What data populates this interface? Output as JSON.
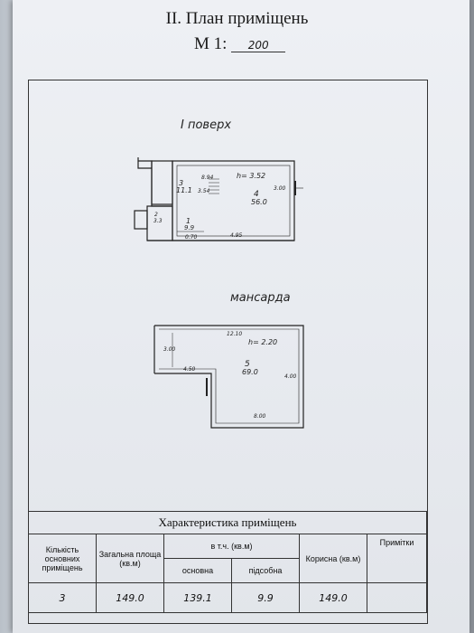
{
  "page": {
    "title": "II. План приміщень",
    "scale_prefix": "М 1:",
    "scale_value": "200"
  },
  "floors": [
    {
      "name": "I поверх"
    },
    {
      "name": "мансарда"
    }
  ],
  "rooms": [
    {
      "no": "3",
      "area": "11.1"
    },
    {
      "no": "4",
      "area": "56.0"
    },
    {
      "no": "1",
      "area": "9.9"
    },
    {
      "no": "2",
      "area": "3.3"
    },
    {
      "no": "5",
      "area": "69.0"
    }
  ],
  "dims": {
    "height_1": "h= 3.52",
    "height_2": "h= 2.20",
    "d1": "8.94",
    "d2": "3.54",
    "d3": "3.00",
    "d4": "4.95",
    "d5": "0.70",
    "d6": "12.10",
    "d7": "3.00",
    "d8": "4.00",
    "d9": "4.50",
    "d10": "8.00"
  },
  "table": {
    "caption": "Характеристика приміщень",
    "headers": {
      "count": "Кількість основних приміщень",
      "total": "Загальна площа (кв.м)",
      "incl": "в т.ч. (кв.м)",
      "main": "основна",
      "aux": "підсобна",
      "useful": "Корисна (кв.м)",
      "notes": "Примітки"
    },
    "row": {
      "count": "3",
      "total": "149.0",
      "main": "139.1",
      "aux": "9.9",
      "useful": "149.0",
      "notes": ""
    }
  }
}
